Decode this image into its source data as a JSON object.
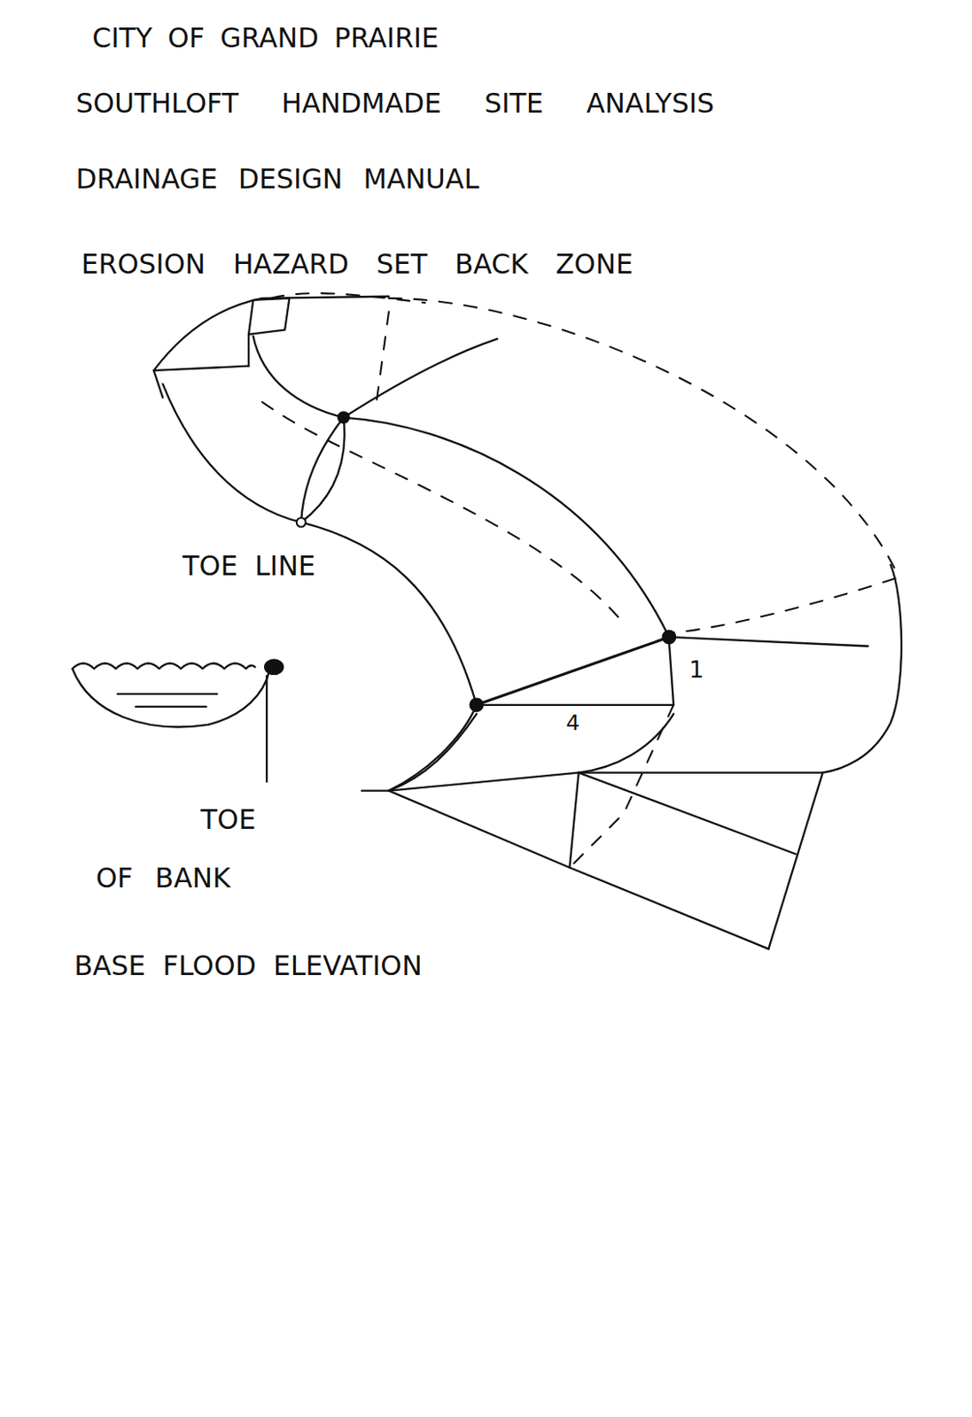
{
  "diagram": {
    "title": "CITY OF GRAND PRAIRIE",
    "labels": [
      "SOUTHLOFT HANDMADE SITE ANALYSIS",
      "DRAINAGE DESIGN MANUAL",
      "EROSION HAZARD SET BACK ZONE",
      "TOE LINE",
      "1",
      "4",
      "TOE",
      "OF BANK",
      "BASE FLOOD ELEVATION"
    ]
  }
}
